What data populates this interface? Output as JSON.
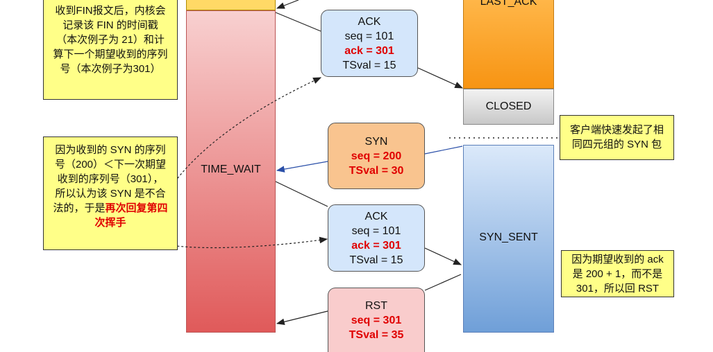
{
  "notes": {
    "fin_timestamp": [
      "收到FIN报文后，内核会",
      "记录该 FIN 的时间戳",
      "（本次例子为 21）和计",
      "算下一个期望收到的序列",
      "号（本次例子为301）"
    ],
    "syn_invalid": {
      "lines": [
        "因为收到的 SYN 的序列",
        "号（200）＜下一次期望",
        "收到的序列号（301），",
        "所以认为该 SYN 是不合"
      ],
      "line5_prefix": "法的，于是",
      "line5_red": "再次回复第四",
      "line6_red": "次挥手"
    },
    "client_syn": [
      "客户端快速发起了相",
      "同四元组的 SYN 包"
    ],
    "rst_reason": [
      "因为期望收到的 ack",
      "是 200 + 1，而不是",
      "301，所以回 RST"
    ]
  },
  "states": {
    "time_wait": "TIME_WAIT",
    "last_ack": "LAST_ACK",
    "closed": "CLOSED",
    "syn_sent": "SYN_SENT"
  },
  "messages": {
    "ack1": {
      "title": "ACK",
      "seq": "seq = 101",
      "ack": "ack = 301",
      "tsval": "TSval = 15"
    },
    "syn": {
      "title": "SYN",
      "seq": "seq = 200",
      "tsval": "TSval = 30"
    },
    "ack2": {
      "title": "ACK",
      "seq": "seq = 101",
      "ack": "ack = 301",
      "tsval": "TSval = 15"
    },
    "rst": {
      "title": "RST",
      "seq": "seq = 301",
      "tsval": "TSval = 35"
    }
  },
  "colors": {
    "note_bg": "#ffff88",
    "ack_box": "#d4e6fb",
    "syn_box": "#f9c48f",
    "rst_box": "#f9cccc",
    "highlight_red": "#e00000",
    "syn_arrow": "#2a4fa8"
  }
}
